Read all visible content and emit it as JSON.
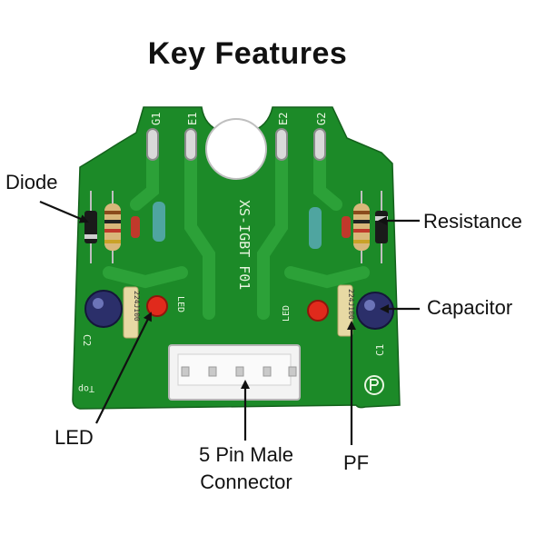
{
  "title": "Key Features",
  "colors": {
    "pcb": "#1c8a28",
    "trace": "#2ea43a",
    "pad": "#d9d9d9",
    "arrow": "#111111"
  },
  "board": {
    "silkscreen": {
      "model": "XS-IGBT F01",
      "terminals": [
        "G1",
        "E1",
        "E2",
        "G2"
      ],
      "led_left": "LED",
      "led_right": "LED",
      "cap_left": "C2",
      "cap_right": "C1",
      "cap_value_left": "224J100",
      "cap_value_right": "224J100",
      "top_mark": "Top"
    }
  },
  "callouts": {
    "diode": "Diode",
    "resistance": "Resistance",
    "capacitor": "Capacitor",
    "led": "LED",
    "connector_line1": "5 Pin Male",
    "connector_line2": "Connector",
    "pf": "PF"
  }
}
